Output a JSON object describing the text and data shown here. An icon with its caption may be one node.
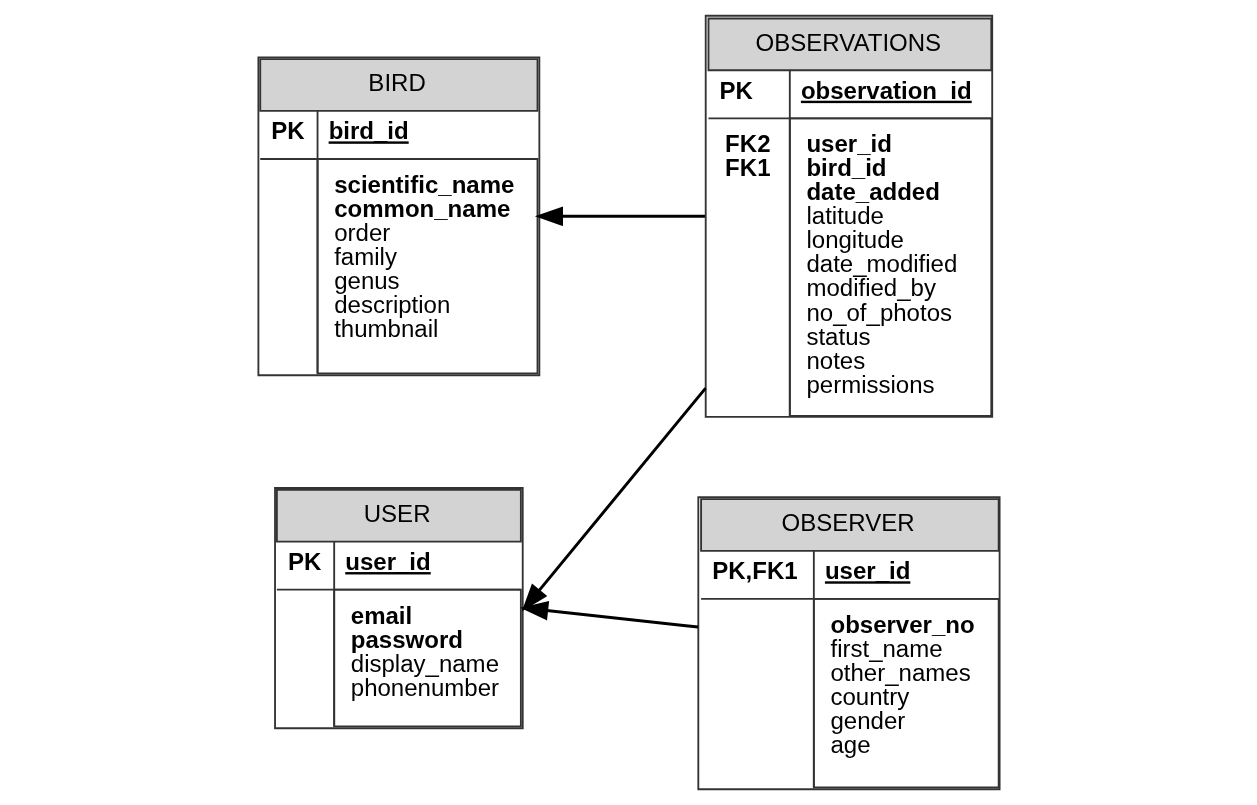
{
  "diagram": {
    "nodes": [
      {
        "text": [
          "BIRD",
          "PK",
          "bird_id",
          "scientific_name",
          "common_name",
          "order",
          "family",
          "genus",
          "description",
          "thumbnail"
        ]
      },
      {
        "text": [
          "OBSERVATIONS",
          "PK",
          "observation_id",
          "FK2",
          "user_id",
          "FK1",
          "bird_id",
          "date_added",
          "latitude",
          "longitude",
          "date_modified",
          "modified_by",
          "no_of_photos",
          "status",
          "notes",
          "permissions"
        ]
      },
      {
        "text": [
          "USER",
          "PK",
          "user_id",
          "email",
          "password",
          "display_name",
          "phonenumber"
        ]
      },
      {
        "text": [
          "OBSERVER",
          "PK,FK1",
          "user_id",
          "observer_no",
          "first_name",
          "other_names",
          "country",
          "gender",
          "age"
        ]
      }
    ],
    "edges": [
      {
        "from": 1,
        "to": 0,
        "arrow": "to"
      },
      {
        "from": 1,
        "to": 2,
        "arrow": "to"
      },
      {
        "from": 3,
        "to": 2,
        "arrow": "to"
      }
    ]
  }
}
